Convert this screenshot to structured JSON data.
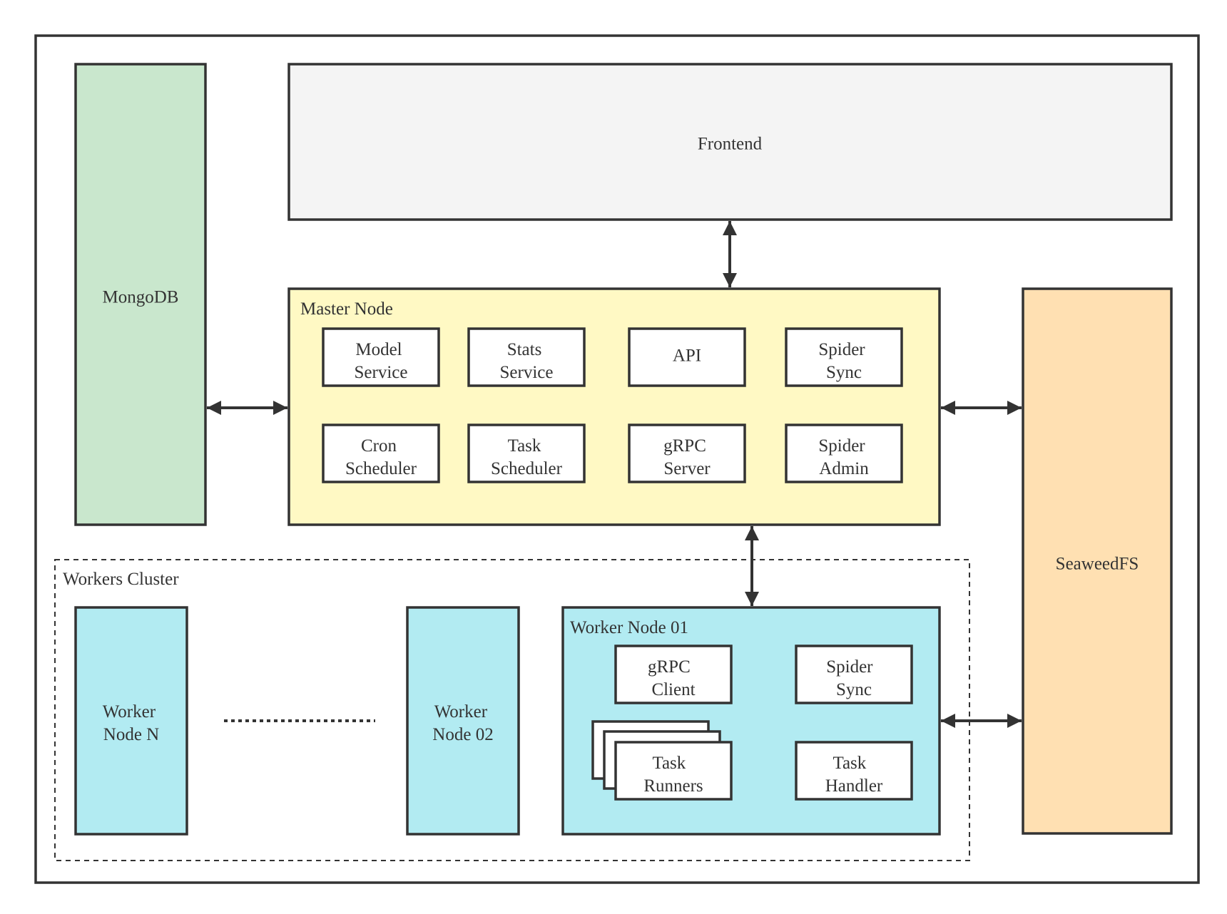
{
  "colors": {
    "stroke": "#333333",
    "mongodb": "#c9e7cd",
    "frontend": "#f4f4f4",
    "master": "#fff9c4",
    "seaweedfs": "#ffe0b2",
    "worker": "#b2ebf2",
    "component": "#ffffff"
  },
  "mongodb": {
    "label": "MongoDB"
  },
  "frontend": {
    "label": "Frontend"
  },
  "seaweedfs": {
    "label": "SeaweedFS"
  },
  "master": {
    "title": "Master Node",
    "components": [
      [
        "Model",
        "Service"
      ],
      [
        "Stats",
        "Service"
      ],
      [
        "API"
      ],
      [
        "Spider",
        "Sync"
      ],
      [
        "Cron",
        "Scheduler"
      ],
      [
        "Task",
        "Scheduler"
      ],
      [
        "gRPC",
        "Server"
      ],
      [
        "Spider",
        "Admin"
      ]
    ]
  },
  "cluster": {
    "title": "Workers Cluster",
    "worker_n": [
      "Worker",
      "Node N"
    ],
    "worker_02": [
      "Worker",
      "Node 02"
    ],
    "worker_01": {
      "title": "Worker Node 01",
      "grpc_client": [
        "gRPC",
        "Client"
      ],
      "spider_sync": [
        "Spider",
        "Sync"
      ],
      "task_runners": [
        "Task",
        "Runners"
      ],
      "task_handler": [
        "Task",
        "Handler"
      ]
    }
  }
}
